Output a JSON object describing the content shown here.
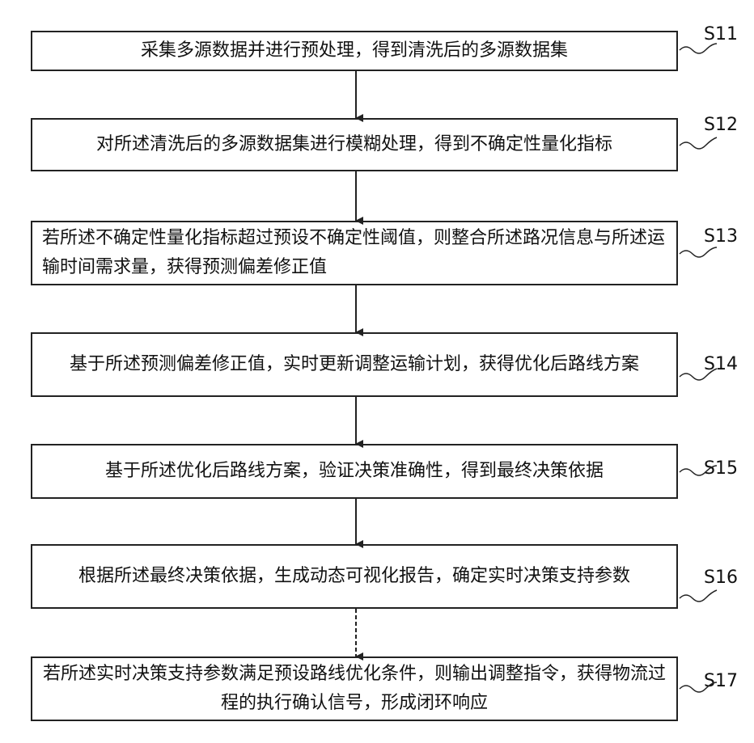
{
  "steps": [
    {
      "id": "S11",
      "text": "采集多源数据并进行预处理，得到清洗后的多源数据集"
    },
    {
      "id": "S12",
      "text": "对所述清洗后的多源数据集进行模糊处理，得到不确定性量化指标"
    },
    {
      "id": "S13",
      "text": "若所述不确定性量化指标超过预设不确定性阈值，则整合所述路况信息与所述运输时间需求量，获得预测偏差修正值"
    },
    {
      "id": "S14",
      "text": "基于所述预测偏差修正值，实时更新调整运输计划，获得优化后路线方案"
    },
    {
      "id": "S15",
      "text": "基于所述优化后路线方案，验证决策准确性，得到最终决策依据"
    },
    {
      "id": "S16",
      "text": "根据所述最终决策依据，生成动态可视化报告，确定实时决策支持参数"
    },
    {
      "id": "S17",
      "text": "若所述实时决策支持参数满足预设路线优化条件，则输出调整指令，获得物流过程的执行确认信号，形成闭环响应"
    }
  ]
}
